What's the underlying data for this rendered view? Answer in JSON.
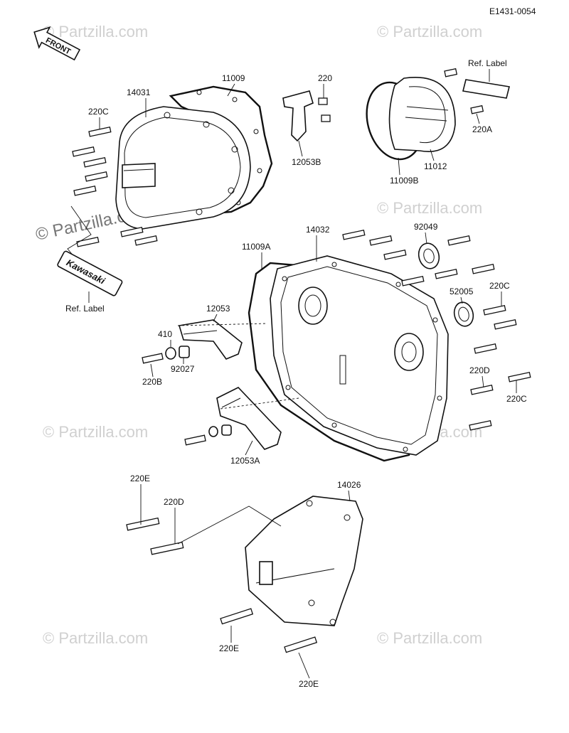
{
  "diagram_code": "E1431-0054",
  "front_label": "FRONT",
  "emblem_text": "Kawasaki",
  "watermark": "© Partzilla.com",
  "parts": {
    "p14031": "14031",
    "p11009": "11009",
    "p220_top": "220",
    "p12053B": "12053B",
    "p220C_left": "220C",
    "ref_label_left": "Ref.  Label",
    "ref_label_right": "Ref.  Label",
    "p220A": "220A",
    "p11012": "11012",
    "p11009B": "11009B",
    "p14032": "14032",
    "p11009A": "11009A",
    "p92049": "92049",
    "p52005": "52005",
    "p220C_r1": "220C",
    "p220D_r": "220D",
    "p220C_r2": "220C",
    "p12053": "12053",
    "p410": "410",
    "p92027": "92027",
    "p220B": "220B",
    "p12053A": "12053A",
    "p220E_1": "220E",
    "p220D_b": "220D",
    "p14026": "14026",
    "p220E_2": "220E",
    "p220E_3": "220E"
  }
}
